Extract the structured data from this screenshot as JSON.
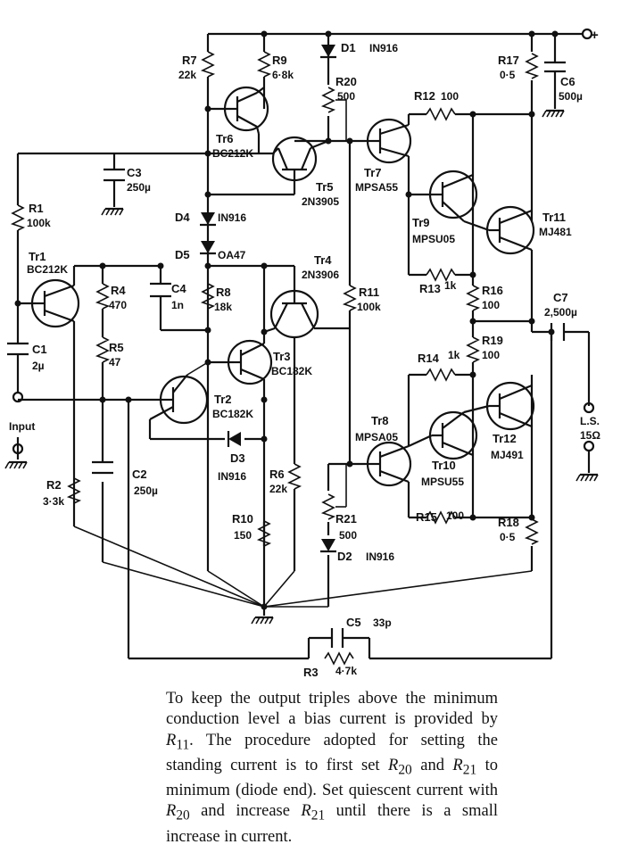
{
  "diagram": {
    "components": {
      "R1": {
        "name": "R1",
        "value": "100k"
      },
      "R2": {
        "name": "R2",
        "value": "3·3k"
      },
      "R3": {
        "name": "R3",
        "value": "4·7k"
      },
      "R4": {
        "name": "R4",
        "value": "470"
      },
      "R5": {
        "name": "R5",
        "value": "47"
      },
      "R6": {
        "name": "R6",
        "value": "22k"
      },
      "R7": {
        "name": "R7",
        "value": "22k"
      },
      "R8": {
        "name": "R8",
        "value": "18k"
      },
      "R9": {
        "name": "R9",
        "value": "6·8k"
      },
      "R10": {
        "name": "R10",
        "value": "150"
      },
      "R11": {
        "name": "R11",
        "value": "100k"
      },
      "R12": {
        "name": "R12",
        "value": "100"
      },
      "R13": {
        "name": "R13",
        "value": "1k"
      },
      "R14": {
        "name": "R14",
        "value": "1k"
      },
      "R15": {
        "name": "R15",
        "value": "100"
      },
      "R16": {
        "name": "R16",
        "value": "100"
      },
      "R17": {
        "name": "R17",
        "value": "0·5"
      },
      "R18": {
        "name": "R18",
        "value": "0·5"
      },
      "R19": {
        "name": "R19",
        "value": "100"
      },
      "R20": {
        "name": "R20",
        "value": "500"
      },
      "R21": {
        "name": "R21",
        "value": "500"
      },
      "C1": {
        "name": "C1",
        "value": "2µ"
      },
      "C2": {
        "name": "C2",
        "value": "250µ"
      },
      "C3": {
        "name": "C3",
        "value": "250µ"
      },
      "C4": {
        "name": "C4",
        "value": "1n"
      },
      "C5": {
        "name": "C5",
        "value": "33p"
      },
      "C6": {
        "name": "C6",
        "value": "500µ"
      },
      "C7": {
        "name": "C7",
        "value": "2,500µ"
      },
      "D1": {
        "name": "D1",
        "value": "IN916"
      },
      "D2": {
        "name": "D2",
        "value": "IN916"
      },
      "D3": {
        "name": "D3",
        "value": "IN916"
      },
      "D4": {
        "name": "D4",
        "value": "IN916"
      },
      "D5": {
        "name": "D5",
        "value": "OA47"
      },
      "Tr1": {
        "name": "Tr1",
        "value": "BC212K"
      },
      "Tr2": {
        "name": "Tr2",
        "value": "BC182K"
      },
      "Tr3": {
        "name": "Tr3",
        "value": "BC182K"
      },
      "Tr4": {
        "name": "Tr4",
        "value": "2N3906"
      },
      "Tr5": {
        "name": "Tr5",
        "value": "2N3905"
      },
      "Tr6": {
        "name": "Tr6",
        "value": "BC212K"
      },
      "Tr7": {
        "name": "Tr7",
        "value": "MPSA55"
      },
      "Tr8": {
        "name": "Tr8",
        "value": "MPSA05"
      },
      "Tr9": {
        "name": "Tr9",
        "value": "MPSU05"
      },
      "Tr10": {
        "name": "Tr10",
        "value": "MPSU55"
      },
      "Tr11": {
        "name": "Tr11",
        "value": "MJ481"
      },
      "Tr12": {
        "name": "Tr12",
        "value": "MJ491"
      }
    },
    "terminals": {
      "supply": "+",
      "input": "Input",
      "speaker": "L.S.",
      "speaker_impedance": "15Ω"
    }
  },
  "caption": {
    "line1": "To keep the output triples above the minimum conduction level a bias current is provided by ",
    "r11": "R",
    "r11_sub": "11",
    "line2": ". The procedure adopted for setting the standing current is to first set ",
    "r20": "R",
    "r20_sub": "20",
    "and": " and ",
    "r21": "R",
    "r21_sub": "21",
    "line3": " to minimum (diode end). Set quiescent current with ",
    "r20b": "R",
    "r20b_sub": "20",
    "line4": " and increase ",
    "r21b": "R",
    "r21b_sub": "21",
    "line5": " until there is a small increase in current."
  }
}
